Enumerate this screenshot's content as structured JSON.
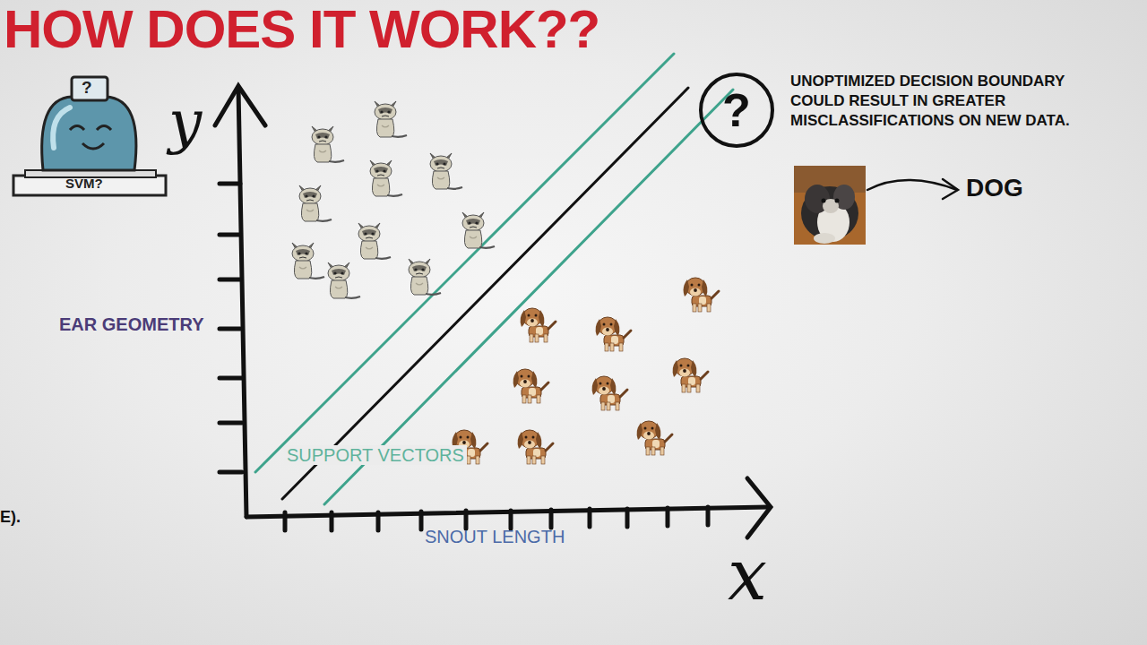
{
  "diagram": {
    "title": "HOW DOES IT WORK??",
    "nodes": [
      {
        "text": [
          "?"
        ]
      }
    ],
    "labels": [
      "?",
      "SVM?",
      "y",
      "EAR GEOMETRY",
      "SUPPORT VECTORS",
      "SNOUT LENGTH",
      "x",
      "UNOPTIMIZED DECISION BOUNDARY COULD RESULT IN GREATER MISCLASSIFICATIONS ON NEW DATA.",
      "DOG",
      "E)."
    ]
  }
}
